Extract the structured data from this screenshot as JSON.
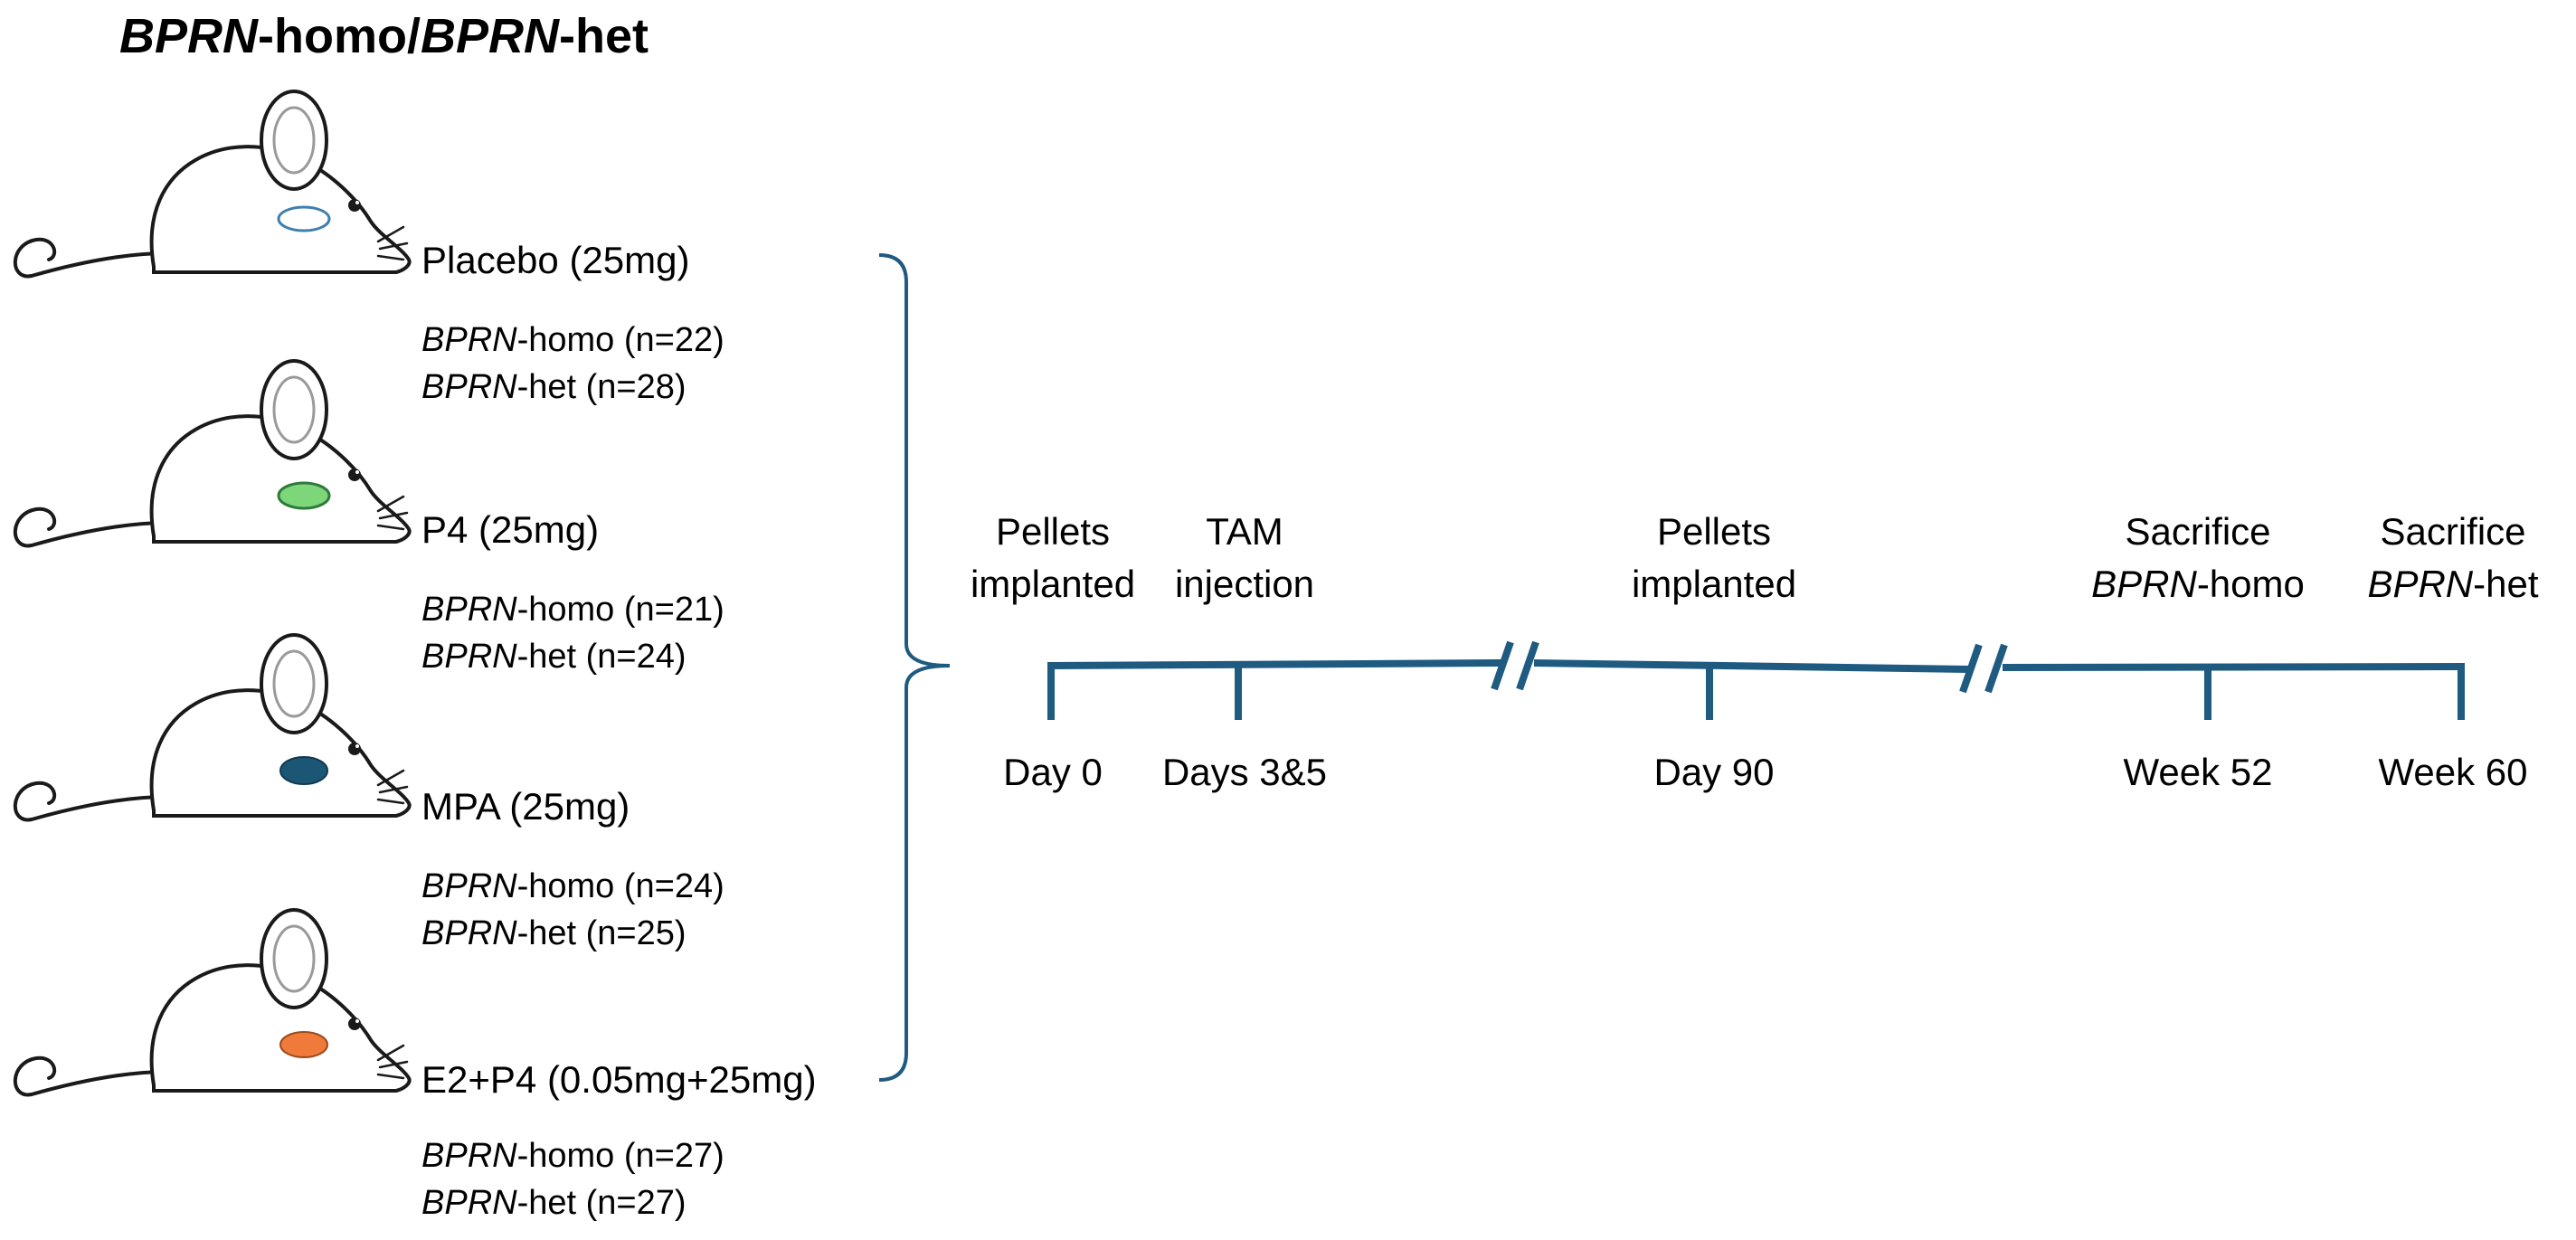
{
  "title": {
    "gene_a": "BPRN",
    "mid": "-homo/",
    "gene_b": "BPRN",
    "suffix": "-het"
  },
  "gene_symbol": "BPRN",
  "colors": {
    "timeline": "#1f5a80",
    "pellet_placebo": "#ffffff",
    "pellet_placebo_outline": "#3f7fb0",
    "pellet_p4": "#7ed67a",
    "pellet_mpa": "#1b5675",
    "pellet_e2p4": "#f07a3a"
  },
  "treatment_groups": [
    {
      "label": "Placebo (25mg)",
      "homo": "-homo (n=22)",
      "het": "-het (n=28)"
    },
    {
      "label": "P4 (25mg)",
      "homo": "-homo (n=21)",
      "het": "-het (n=24)"
    },
    {
      "label": "MPA (25mg)",
      "homo": "-homo (n=24)",
      "het": "-het (n=25)"
    },
    {
      "label": "E2+P4 (0.05mg+25mg)",
      "homo": "-homo (n=27)",
      "het": "-het (n=27)"
    }
  ],
  "timeline": {
    "events": [
      {
        "line1": "Pellets",
        "line2": "implanted",
        "time": "Day 0"
      },
      {
        "line1": "TAM",
        "line2": "injection",
        "time": "Days 3&5"
      },
      {
        "line1": "Pellets",
        "line2": "implanted",
        "time": "Day 90"
      },
      {
        "line1": "Sacrifice",
        "line2_gene": "BPRN",
        "line2": "-homo",
        "time": "Week 52"
      },
      {
        "line1": "Sacrifice",
        "line2_gene": "BPRN",
        "line2": "-het",
        "time": "Week 60"
      }
    ]
  }
}
